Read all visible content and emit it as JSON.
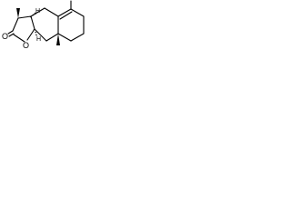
{
  "structure": {
    "atoms": {
      "carbonyl_oxygen": "O",
      "ring_oxygen": "O",
      "ring_junction_h_top": "H",
      "ring_junction_h_bottom": "H"
    },
    "colors": {
      "bond": "#000000",
      "background": "#ffffff"
    }
  }
}
